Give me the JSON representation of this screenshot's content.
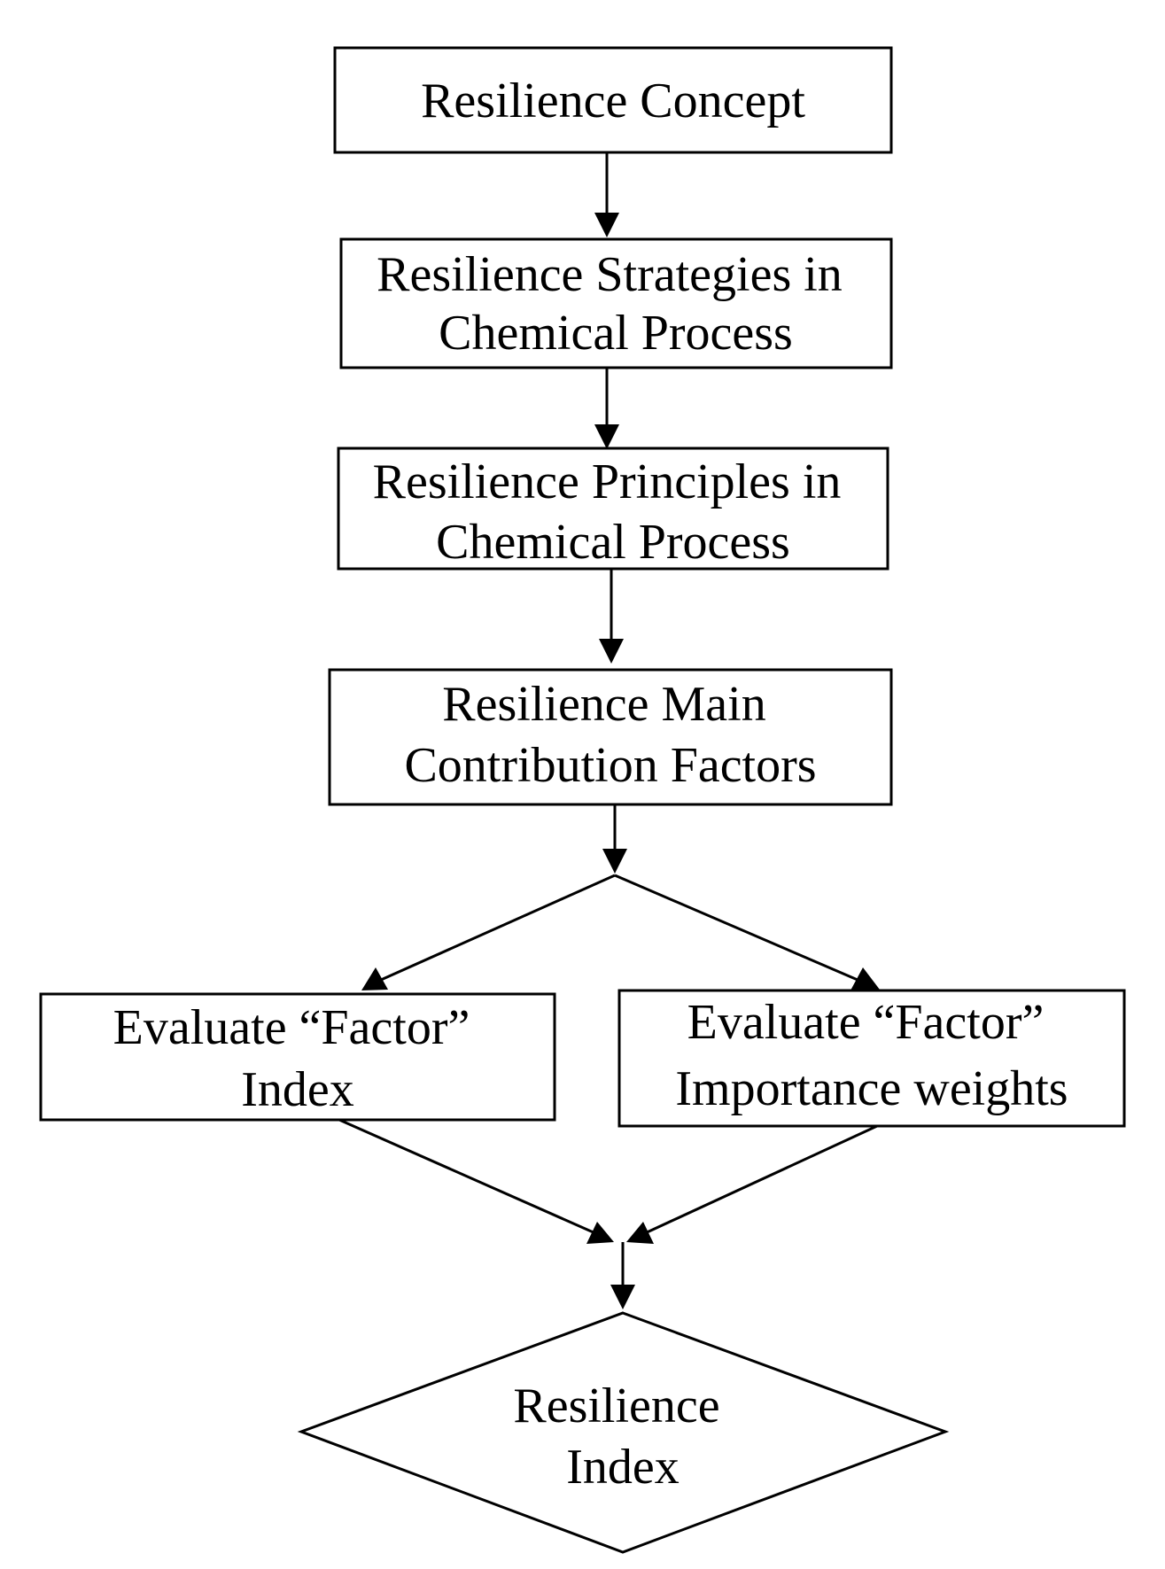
{
  "nodes": {
    "concept": {
      "lines": [
        "Resilience Concept"
      ]
    },
    "strategies": {
      "lines": [
        "Resilience Strategies in",
        "Chemical Process"
      ]
    },
    "principles": {
      "lines": [
        "Resilience Principles in",
        "Chemical Process"
      ]
    },
    "factors": {
      "lines": [
        "Resilience Main",
        "Contribution Factors"
      ]
    },
    "factor_index": {
      "lines": [
        "Evaluate “Factor”",
        "Index"
      ]
    },
    "importance_weights": {
      "lines": [
        "Evaluate “Factor”",
        "Importance weights"
      ]
    },
    "resilience_index": {
      "lines": [
        "Resilience",
        "Index"
      ]
    }
  },
  "colors": {
    "stroke": "#000000",
    "background": "#ffffff"
  }
}
